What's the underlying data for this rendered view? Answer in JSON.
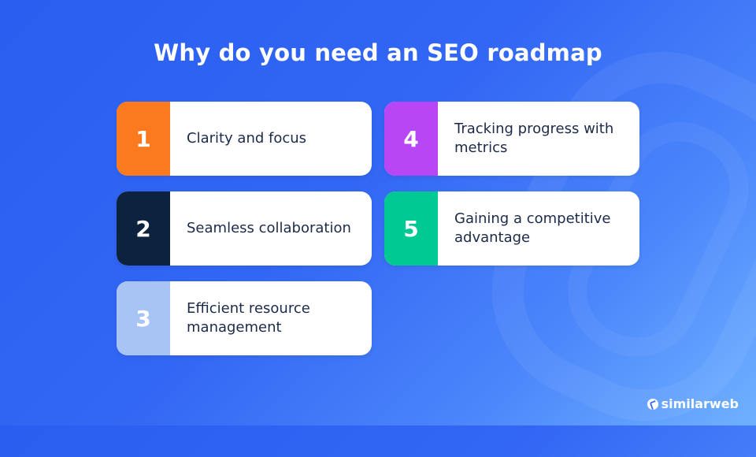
{
  "title": "Why do you need an SEO roadmap",
  "items": [
    {
      "number": "1",
      "label": "Clarity and focus",
      "color": "#fb7a1d"
    },
    {
      "number": "2",
      "label": "Seamless collaboration",
      "color": "#0c2340"
    },
    {
      "number": "3",
      "label": "Efficient resource management",
      "color": "#a8c4f5"
    },
    {
      "number": "4",
      "label": "Tracking progress with metrics",
      "color": "#b946f5"
    },
    {
      "number": "5",
      "label": "Gaining a competitive advantage",
      "color": "#00c994"
    }
  ],
  "brand": {
    "name": "similarweb",
    "icon": "similarweb-logo-icon"
  },
  "colors": {
    "background": "#3266f4",
    "card": "#ffffff",
    "text": "#1c2a4a"
  }
}
